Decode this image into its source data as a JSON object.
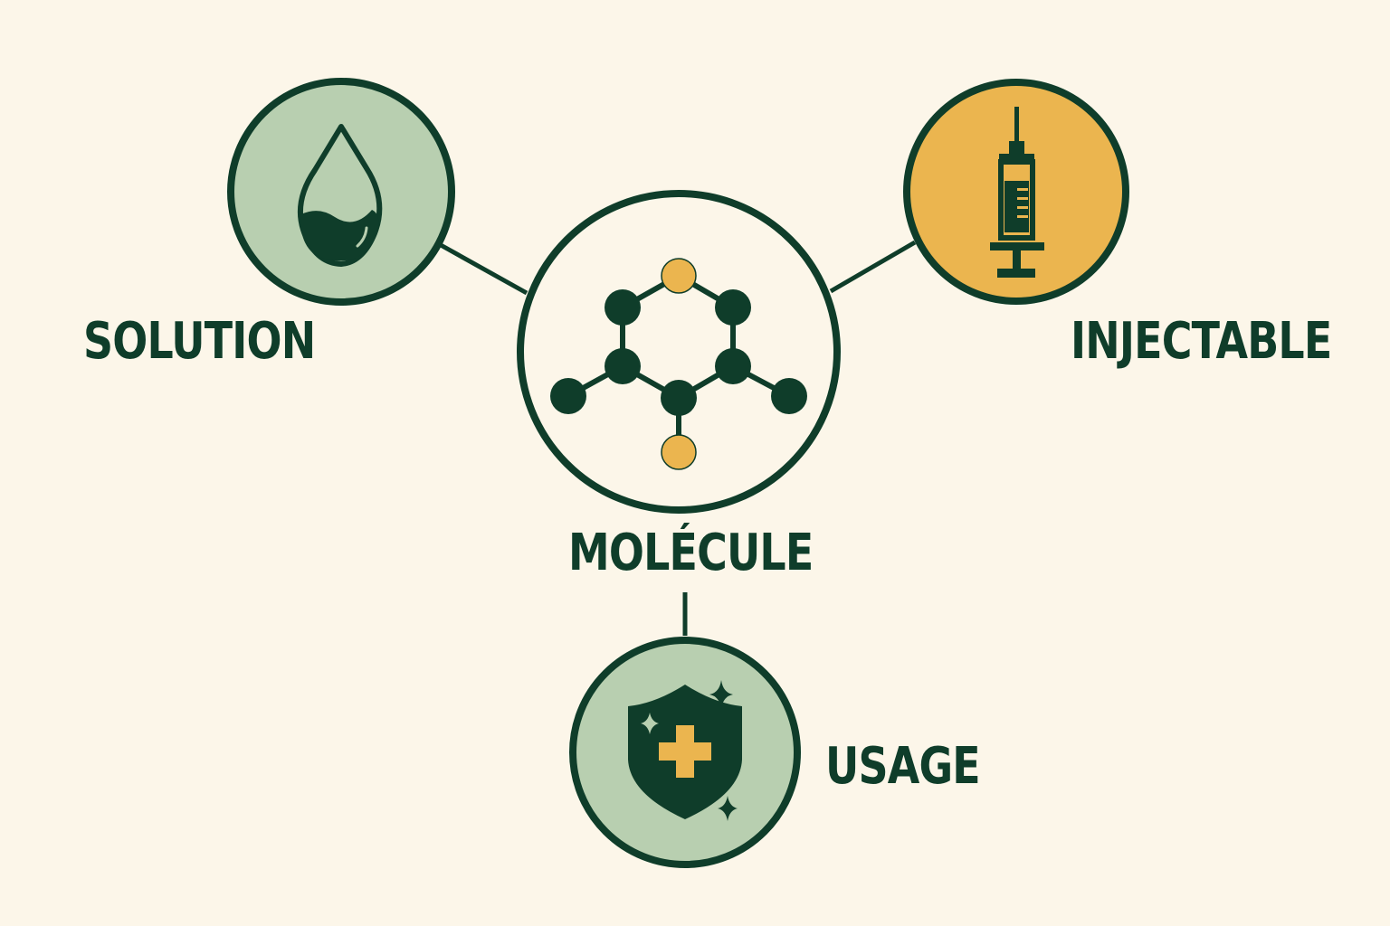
{
  "nodes": {
    "solution": {
      "label": "SOLUTION",
      "icon": "water-drop-icon",
      "fill": "#b8cfb0"
    },
    "injectable": {
      "label": "INJECTABLE",
      "icon": "syringe-icon",
      "fill": "#ebb54f"
    },
    "molecule": {
      "label": "MOLÉCULE",
      "icon": "molecule-icon",
      "fill": "#fcf6e9"
    },
    "usage": {
      "label": "USAGE",
      "icon": "shield-cross-icon",
      "fill": "#b8cfb0"
    }
  },
  "colors": {
    "background": "#fcf6e9",
    "dark_green": "#0f3d2a",
    "light_green": "#b8cfb0",
    "amber": "#ebb54f"
  }
}
